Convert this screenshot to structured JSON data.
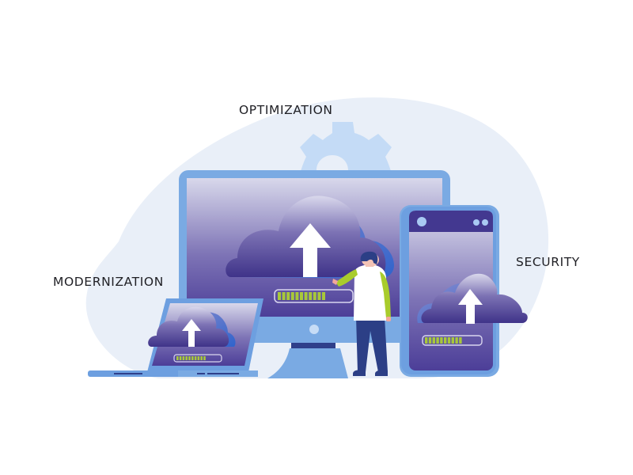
{
  "labels": {
    "optimization": "OPTIMIZATION",
    "modernization": "MODERNIZATION",
    "security": "SECURITY"
  },
  "progress": {
    "monitor": 0.72,
    "laptop": 0.7,
    "phone": 0.72
  },
  "colors": {
    "blob": "#e9eff8",
    "gear": "#c6dcf6",
    "device_frame": "#7aaae3",
    "device_frame_dark": "#5a8fd4",
    "screen_top": "#d6d6ea",
    "screen_bottom": "#4d3f98",
    "cloud_dark": "#453a8e",
    "cloud_back": "#3f6fd0",
    "bar_fill": "#a8c83a",
    "person_shirt": "#ffffff",
    "person_sleeve": "#a9cc2c",
    "person_pants": "#2c3f86",
    "text": "#1f1f24"
  },
  "icons": {
    "gear": "gear-icon",
    "upload_arrow": "upload-arrow-icon",
    "cloud": "cloud-icon"
  }
}
